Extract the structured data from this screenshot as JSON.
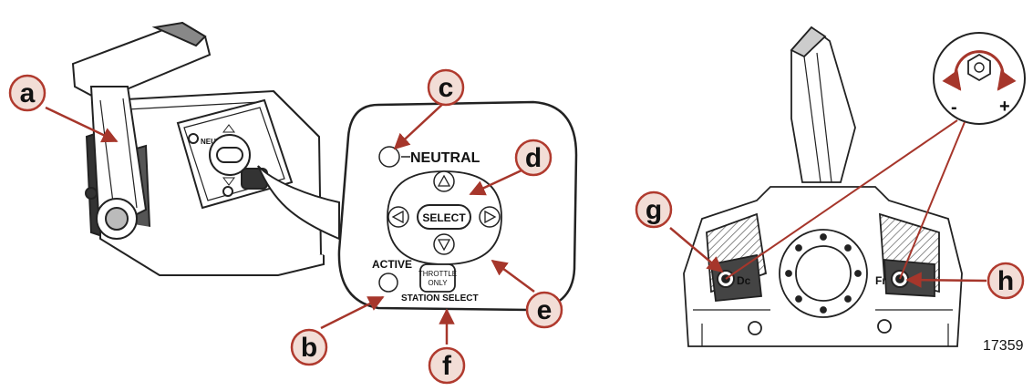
{
  "callouts": [
    "a",
    "b",
    "c",
    "d",
    "e",
    "f",
    "g",
    "h"
  ],
  "panel": {
    "neutral": "NEUTRAL",
    "select": "SELECT",
    "active": "ACTIVE",
    "throttle_line1": "THROTTLE",
    "throttle_line2": "ONLY",
    "station_select": "STATION SELECT"
  },
  "adjust": {
    "minus": "-",
    "plus": "+"
  },
  "figure_number": "17359",
  "colors": {
    "callout_fill": "#f2ddd6",
    "callout_stroke": "#b03a2e",
    "arrow": "#a6362b",
    "line_art": "#222222"
  }
}
